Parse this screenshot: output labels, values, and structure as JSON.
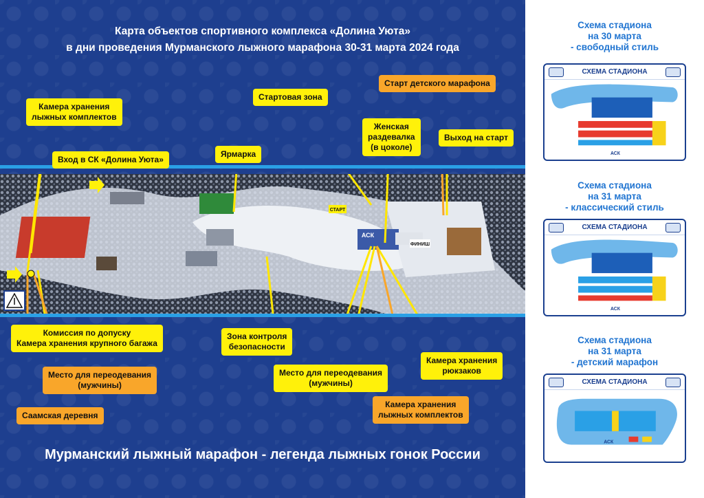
{
  "title": {
    "line1": "Карта объектов спортивного комплекса «Долина Уюта»",
    "line2": "в дни проведения Мурманского лыжного марафона 30-31 марта 2024 года"
  },
  "footer": "Мурманский лыжный марафон - легенда лыжных гонок России",
  "labels": {
    "ski_storage_top": "Камера хранения\nлыжных комплектов",
    "entrance": "Вход в СК «Долина Уюта»",
    "fair": "Ярмарка",
    "start_zone": "Стартовая зона",
    "kids_start": "Старт детского марафона",
    "women_room": "Женская\nраздевалка\n(в цоколе)",
    "exit_to_start": "Выход на старт",
    "commission": "Комиссия по допуску\nКамера хранения крупного багажа",
    "men_changing_left": "Место для переодевания\n(мужчины)",
    "sami_village": "Саамская деревня",
    "security": "Зона контроля\nбезопасности",
    "men_changing_mid": "Место для переодевания\n(мужчины)",
    "backpack_storage": "Камера хранения\nрюкзаков",
    "ski_storage_bottom": "Камера хранения\nлыжных комплектов"
  },
  "map_text": {
    "start": "СТАРТ",
    "finish": "ФИНИШ",
    "ask": "АСК"
  },
  "schemes": [
    {
      "title": "Схема стадиона\nна 30 марта\n- свободный стиль",
      "header": "СХЕМА СТАДИОНА",
      "ask": "АСК"
    },
    {
      "title": "Схема стадиона\nна 31 марта\n- классический стиль",
      "header": "СХЕМА СТАДИОНА",
      "ask": "АСК"
    },
    {
      "title": "Схема стадиона\nна 31 марта\n- детский  марафон",
      "header": "СХЕМА СТАДИОНА",
      "ask": "АСК"
    }
  ],
  "colors": {
    "background_blue": "#1e3f8f",
    "band_blue": "#2aa0e6",
    "label_yellow": "#fff10a",
    "label_orange": "#f9a62a",
    "scheme_title_blue": "#2175d1",
    "pointer_yellow": "#ffe600"
  },
  "icons": [
    "pedestrian-sign-icon",
    "arrow-right-icon",
    "map-pin-icon"
  ]
}
